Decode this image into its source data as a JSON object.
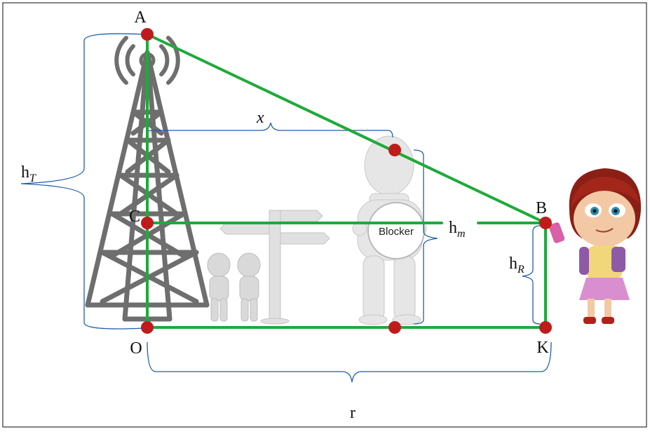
{
  "points": {
    "A": "A",
    "B": "B",
    "C": "C",
    "O": "O",
    "K": "K"
  },
  "measures": {
    "hT_main": "h",
    "hT_sub": "T",
    "x": "x",
    "hm_main": "h",
    "hm_sub": "m",
    "hR_main": "h",
    "hR_sub": "R",
    "r": "r"
  },
  "blocker_label": "Blocker",
  "colors": {
    "line_green": "#1faa3a",
    "dot_red": "#c01b1b",
    "brace_blue": "#1f5fae",
    "tower_gray": "#6e6e6e",
    "figure_gray": "#dcdcdc"
  },
  "icons": [
    "radio-tower-icon",
    "people-figures-icon",
    "signpost-icon",
    "blocker-figure-icon",
    "girl-with-phone-icon"
  ]
}
